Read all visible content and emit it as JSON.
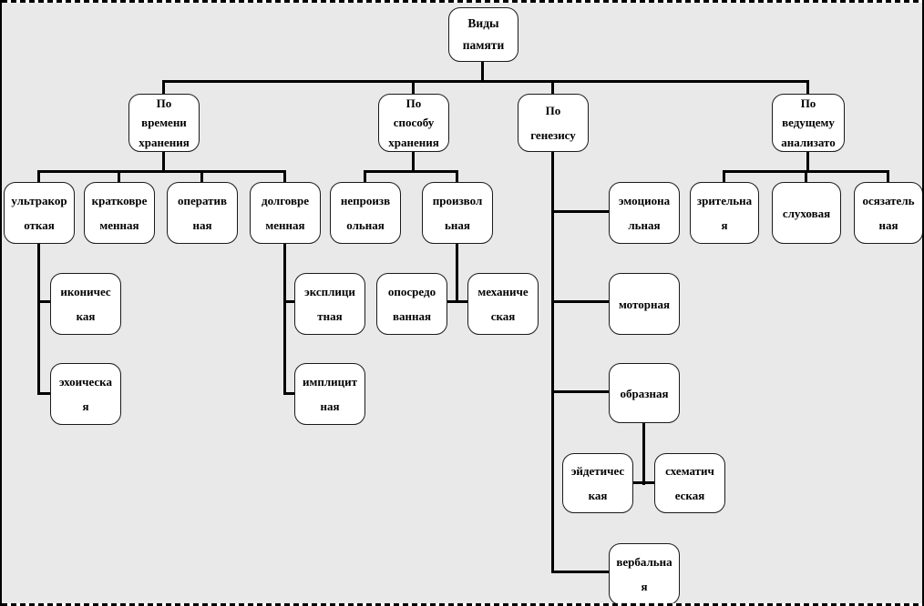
{
  "diagram": {
    "title": "Виды памяти",
    "canvas_background": "#e9e9e9",
    "box_fill": "#ffffff",
    "line_color": "#000000",
    "nodes": {
      "root": {
        "label": "Виды\nпамяти"
      },
      "by_time": {
        "label": "По\nвремени\nхранения"
      },
      "by_method": {
        "label": "По\nспособу\nхранения"
      },
      "by_genesis": {
        "label": "По\nгенезису"
      },
      "by_analyzer": {
        "label": "По\nведущему\nанализато"
      },
      "ultra_short": {
        "label": "ультракор\nоткая"
      },
      "short_term": {
        "label": "кратковре\nменная"
      },
      "operative": {
        "label": "оператив\nная"
      },
      "long_term": {
        "label": "долговре\nменная"
      },
      "involuntary": {
        "label": "непроизв\nольная"
      },
      "voluntary": {
        "label": "произвол\nьная"
      },
      "emotional": {
        "label": "эмоциона\nльная"
      },
      "visual": {
        "label": "зрительна\nя"
      },
      "auditory": {
        "label": "слуховая"
      },
      "tactile": {
        "label": "осязатель\nная"
      },
      "iconic": {
        "label": "иконичес\nкая"
      },
      "explicit": {
        "label": "эксплици\nтная"
      },
      "mediated": {
        "label": "опосредо\nванная"
      },
      "mechanical": {
        "label": "механиче\nская"
      },
      "motor": {
        "label": "моторная"
      },
      "echoic": {
        "label": "эхоическа\nя"
      },
      "implicit": {
        "label": "имплицит\nная"
      },
      "figurative": {
        "label": "образная"
      },
      "eidetic": {
        "label": "эйдетичес\nкая"
      },
      "schematic": {
        "label": "схематич\nеская"
      },
      "verbal": {
        "label": "вербальна\nя"
      }
    },
    "structure": {
      "root": [
        "by_time",
        "by_method",
        "by_genesis",
        "by_analyzer"
      ],
      "by_time": [
        "ultra_short",
        "short_term",
        "operative",
        "long_term"
      ],
      "ultra_short": [
        "iconic",
        "echoic"
      ],
      "long_term": [
        "explicit",
        "implicit"
      ],
      "by_method": [
        "involuntary",
        "voluntary"
      ],
      "voluntary": [
        "mediated",
        "mechanical"
      ],
      "by_genesis": [
        "emotional",
        "motor",
        "figurative",
        "verbal"
      ],
      "figurative": [
        "eidetic",
        "schematic"
      ],
      "by_analyzer": [
        "visual",
        "auditory",
        "tactile"
      ]
    }
  }
}
